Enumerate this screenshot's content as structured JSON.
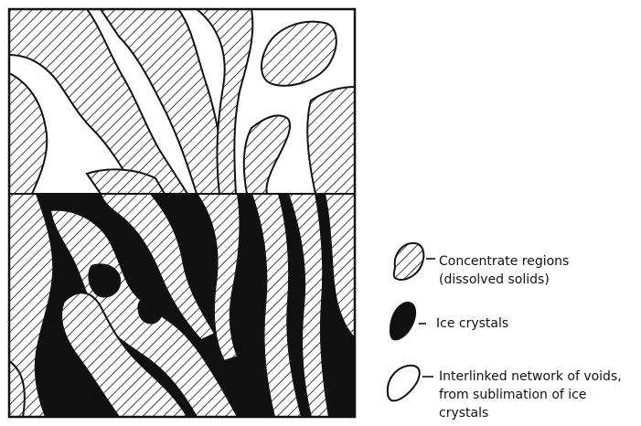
{
  "legend": {
    "items": [
      {
        "key": "concentrate",
        "lines": [
          "Concentrate regions",
          "(dissolved solids)"
        ],
        "icon": "hatched-blob-icon"
      },
      {
        "key": "ice",
        "lines": [
          "Ice crystals"
        ],
        "icon": "solid-black-blob-icon"
      },
      {
        "key": "voids",
        "lines": [
          "Interlinked network of voids,",
          "from sublimation of ice",
          "crystals"
        ],
        "icon": "open-blob-icon"
      }
    ]
  },
  "colors": {
    "ink": "#111111",
    "paper": "#ffffff"
  }
}
